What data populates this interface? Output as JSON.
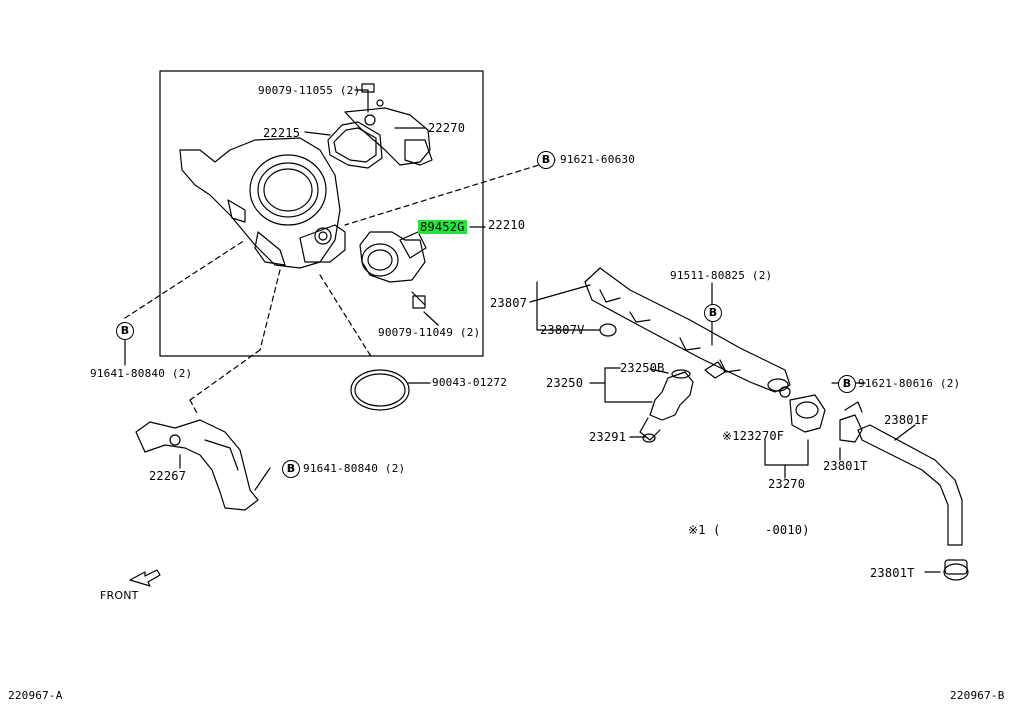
{
  "page_id_left": "220967-A",
  "page_id_right": "220967-B",
  "front_label": "FRONT",
  "bolt_marker": "B",
  "note": "※1 (      -0010)",
  "parts": {
    "p90079_11055": "90079-11055 (2)",
    "p22215": "22215",
    "p22270": "22270",
    "p91621_60630": "91621-60630",
    "p89452G": "89452G",
    "p22210": "22210",
    "p90079_11049": "90079-11049 (2)",
    "p91641_80840_a": "91641-80840 (2)",
    "p90043_01272": "90043-01272",
    "p22267": "22267",
    "p91641_80840_b": "91641-80840 (2)",
    "p91511_80825": "91511-80825 (2)",
    "p23807": "23807",
    "p23807V": "23807V",
    "p23250B": "23250B",
    "p23250": "23250",
    "p23291": "23291",
    "p91621_80616": "91621-80616 (2)",
    "p23801F": "23801F",
    "p23270F": "※123270F",
    "p23801T_a": "23801T",
    "p23270": "23270",
    "p23801T_b": "23801T"
  },
  "highlight_color": "#22e43a"
}
